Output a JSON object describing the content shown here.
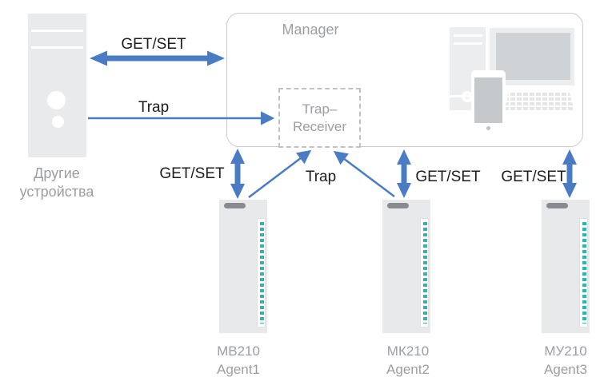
{
  "colors": {
    "arrow_blue": "#4A7CC4",
    "diagram_gray": "#E9EAEB",
    "illustration_gray": "#ECEDEE",
    "screen_gray": "#D0D3D6",
    "led_teal": "#2CB5B1",
    "muted_text": "#9B9EA3",
    "black_text": "#1D1D1D",
    "box_border": "#C9CBCD"
  },
  "other_devices": {
    "line1": "Другие",
    "line2": "устройства"
  },
  "manager": {
    "title": "Manager",
    "trap_receiver": {
      "line1": "Trap–",
      "line2": "Receiver"
    }
  },
  "connections": {
    "manager_getset": "GET/SET",
    "manager_trap": "Trap",
    "agent1_getset": "GET/SET",
    "agents_trap": "Trap",
    "agent2_getset": "GET/SET",
    "agent3_getset": "GET/SET"
  },
  "agents": [
    {
      "model": "МВ210",
      "name": "Agent1"
    },
    {
      "model": "МК210",
      "name": "Agent2"
    },
    {
      "model": "МУ210",
      "name": "Agent3"
    }
  ],
  "icons": {
    "other_devices_tower": "desktop-tower",
    "workstation_tower": "desktop-tower",
    "workstation_monitor": "monitor",
    "workstation_keyboard": "keyboard",
    "workstation_phone": "smartphone",
    "agent_module": "io-module",
    "agent_logo": "brand-logo",
    "agent_leds": "led-strip"
  }
}
